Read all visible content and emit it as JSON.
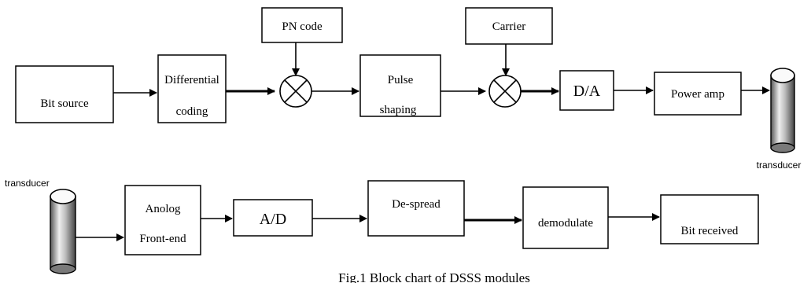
{
  "diagram": {
    "blocks": {
      "bit_source": "Bit source",
      "differential_line1": "Differential",
      "differential_line2": "coding",
      "pn_code": "PN code",
      "pulse_line1": "Pulse",
      "pulse_line2": "shaping",
      "carrier": "Carrier",
      "dac": "D/A",
      "power_amp": "Power amp",
      "transducer_tx": "transducer",
      "transducer_rx": "transducer",
      "analog_line1": "Anolog",
      "analog_line2": "Front-end",
      "adc": "A/D",
      "despread": "De-spread",
      "demodulate": "demodulate",
      "bit_received": "Bit received"
    },
    "caption": "Fig.1 Block chart of DSSS modules"
  }
}
